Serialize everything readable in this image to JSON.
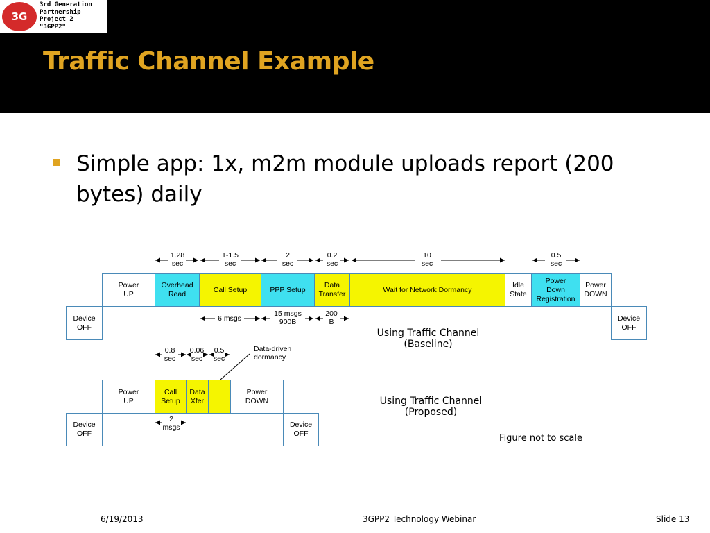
{
  "logo": {
    "mark": "3G",
    "line1": "3rd Generation",
    "line2": "Partnership",
    "line3": "Project 2",
    "line4": "\"3GPP2\""
  },
  "title": "Traffic Channel Example",
  "bullet": "Simple app: 1x, m2m module uploads report (200 bytes) daily",
  "baseline": {
    "durations": {
      "d1": "1.28\nsec",
      "d2": "1-1.5\nsec",
      "d3": "2\nsec",
      "d4": "0.2\nsec",
      "d5": "10\nsec",
      "d6": "0.5\nsec"
    },
    "stages": {
      "power_up": "Power\nUP",
      "overhead_read": "Overhead\nRead",
      "call_setup": "Call Setup",
      "ppp_setup": "PPP Setup",
      "data_transfer": "Data\nTransfer",
      "wait_dormancy": "Wait for Network Dormancy",
      "idle_state": "Idle\nState",
      "power_down_reg": "Power\nDown\nRegistration",
      "power_down": "Power\nDOWN"
    },
    "device_off_left": "Device\nOFF",
    "device_off_right": "Device\nOFF",
    "msgs": {
      "m1": "6 msgs",
      "m2": "15 msgs\n900B",
      "m3": "200\nB"
    },
    "caption": "Using Traffic Channel\n(Baseline)"
  },
  "proposed": {
    "durations": {
      "d1": "0.8\nsec",
      "d2": "0.06\nsec",
      "d3": "0.5\nsec"
    },
    "annotation": "Data-driven\ndormancy",
    "stages": {
      "power_up": "Power\nUP",
      "call_setup": "Call\nSetup",
      "data_xfer": "Data\nXfer",
      "dormancy": "",
      "power_down": "Power\nDOWN"
    },
    "device_off_left": "Device\nOFF",
    "device_off_right": "Device\nOFF",
    "msgs": {
      "m1": "2\nmsgs"
    },
    "caption": "Using Traffic Channel\n(Proposed)"
  },
  "note": "Figure not to scale",
  "footer": {
    "date": "6/19/2013",
    "center": "3GPP2 Technology Webinar",
    "slide": "Slide 13"
  },
  "colors": {
    "header_bg": "#000000",
    "title": "#e0a421",
    "cyan_box": "#3fe0f0",
    "yellow_box": "#f5f500",
    "box_border": "#4a8ab8"
  }
}
